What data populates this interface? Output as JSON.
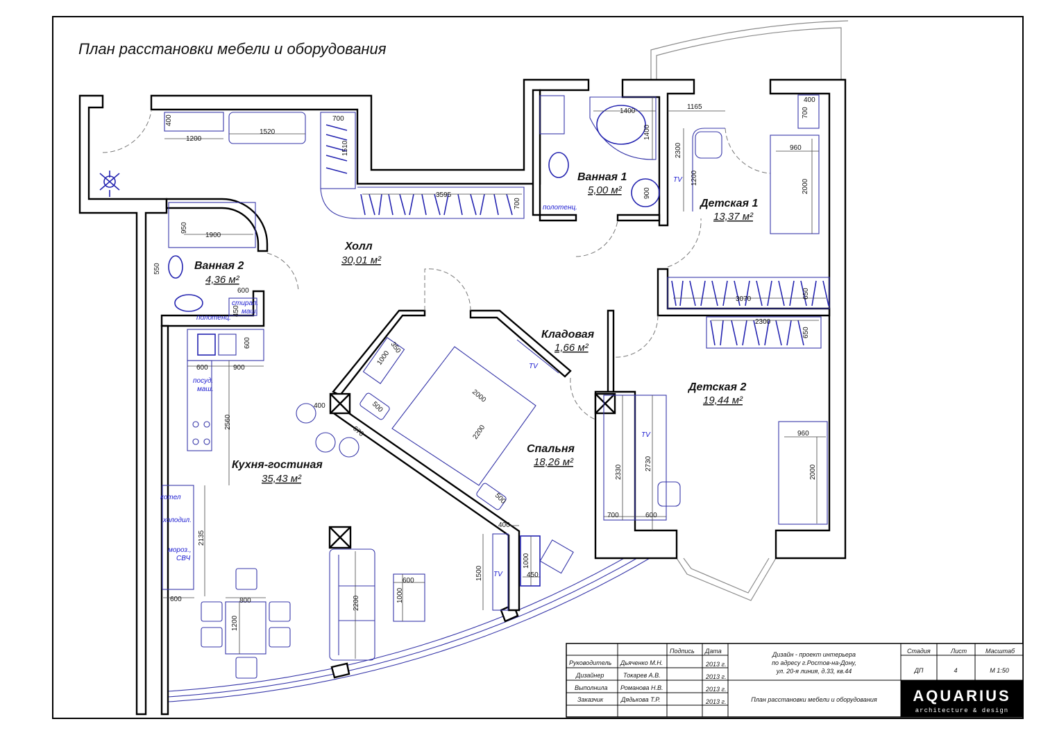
{
  "title": "План расстановки мебели и оборудования",
  "rooms": [
    {
      "name": "Холл",
      "area": "30,01 м²"
    },
    {
      "name": "Ванная 2",
      "area": "4,36 м²"
    },
    {
      "name": "Ванная 1",
      "area": "5,00 м²"
    },
    {
      "name": "Детская 1",
      "area": "13,37 м²"
    },
    {
      "name": "Кладовая",
      "area": "1,66 м²"
    },
    {
      "name": "Детская 2",
      "area": "19,44 м²"
    },
    {
      "name": "Спальня",
      "area": "18,26 м²"
    },
    {
      "name": "Кухня-гостиная",
      "area": "35,43 м²"
    }
  ],
  "dims": [
    "400",
    "1200",
    "1520",
    "700",
    "1510",
    "3595",
    "700",
    "950",
    "1900",
    "550",
    "600",
    "450",
    "600",
    "600",
    "900",
    "2560",
    "400",
    "350",
    "1000",
    "500",
    "670",
    "2000",
    "2200",
    "500",
    "400",
    "1500",
    "1000",
    "450",
    "2135",
    "600",
    "800",
    "1200",
    "2200",
    "600",
    "1000",
    "2330",
    "2730",
    "700",
    "600",
    "960",
    "2000",
    "2300",
    "650",
    "3070",
    "650",
    "960",
    "2000",
    "400",
    "700",
    "1165",
    "2300",
    "1200",
    "900",
    "1400",
    "1400"
  ],
  "notes": [
    "полотенц.",
    "стирал.",
    "маш.",
    "посуд.",
    "маш.",
    "котел",
    "холодил.",
    "мороз.,",
    "СВЧ",
    "TV",
    "TV",
    "TV",
    "TV",
    "полотенц."
  ],
  "title_block": {
    "headers": {
      "sign": "Подпись",
      "date": "Дата",
      "stage": "Стадия",
      "sheet": "Лист",
      "scale": "Масштаб"
    },
    "rows": [
      {
        "role": "Руководитель",
        "name": "Дьяченко М.Н.",
        "date": "2013 г."
      },
      {
        "role": "Дизайнер",
        "name": "Токарев А.В.",
        "date": "2013 г."
      },
      {
        "role": "Выполнила",
        "name": "Романова Н.В.",
        "date": "2013 г."
      },
      {
        "role": "Заказчик",
        "name": "Дядькова Т.Р.",
        "date": "2013 г."
      }
    ],
    "project": [
      "Дизайн - проект интерьера",
      "по адресу г.Ростов-на-Дону,",
      "ул. 20-я линия, д.33, кв.44"
    ],
    "stage": "ДП",
    "sheet": "4",
    "scale": "М 1:50",
    "sheet_title": "План расстановки мебели и оборудования",
    "logo": {
      "name": "AQUARIUS",
      "tagline": "architecture & design"
    }
  }
}
